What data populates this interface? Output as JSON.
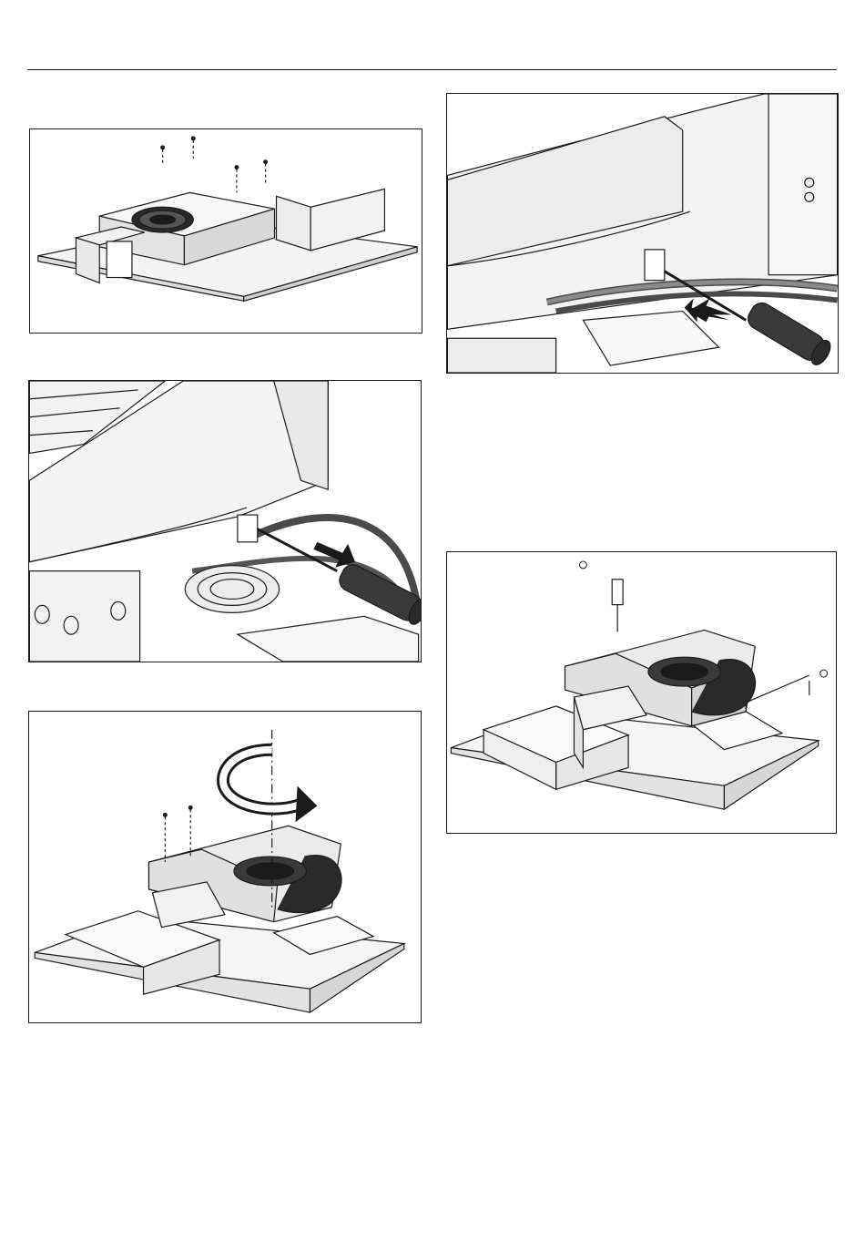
{
  "page": {
    "header_rule": true
  },
  "figures": [
    {
      "id": "fig1",
      "depicts": "hood-blower-box-with-four-screws"
    },
    {
      "id": "fig2",
      "depicts": "screwdriver-pushing-cable-clip"
    },
    {
      "id": "fig3",
      "depicts": "screwdriver-pulling-cable-clip"
    },
    {
      "id": "fig4",
      "depicts": "blower-housing-with-screw-and-bracket"
    },
    {
      "id": "fig5",
      "depicts": "rotate-blower-housing-arrow"
    }
  ],
  "colors": {
    "line": "#1a1a1a",
    "fill_light": "#e6e6e6",
    "fill_mid": "#bdbdbd",
    "fill_dark": "#2a2a2a"
  }
}
